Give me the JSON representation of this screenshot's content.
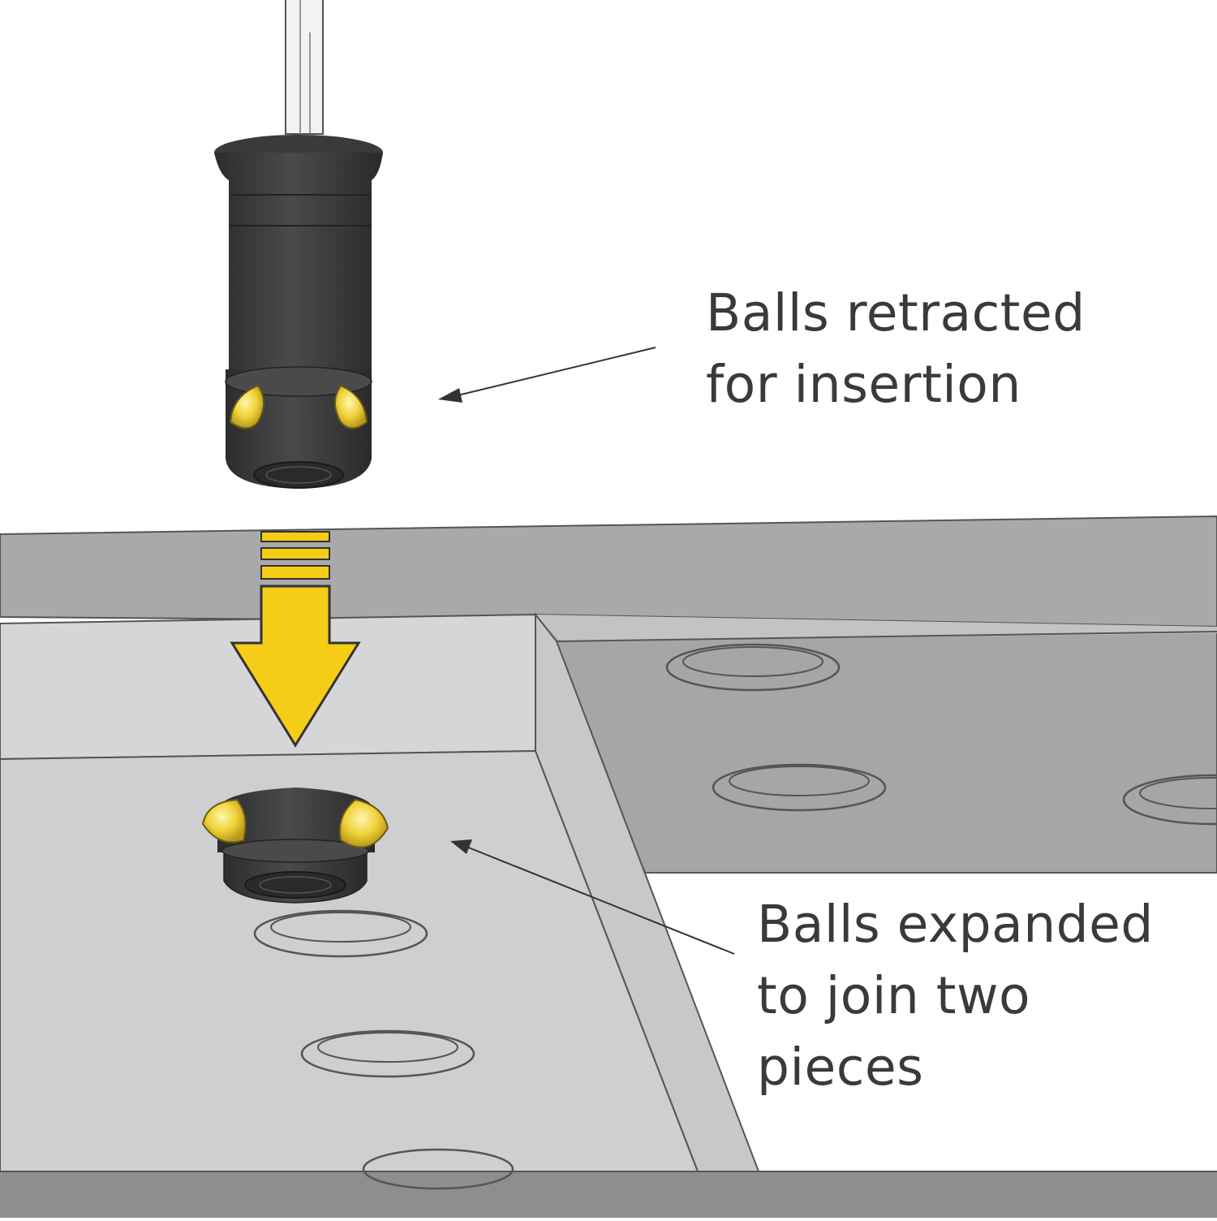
{
  "diagram": {
    "callouts": [
      {
        "id": "retracted",
        "lines": [
          "Balls retracted",
          "for insertion"
        ]
      },
      {
        "id": "expanded",
        "lines": [
          "Balls expanded",
          "to join two",
          "pieces"
        ]
      }
    ],
    "colors": {
      "background": "#ffffff",
      "board_top": "#d6d6d8",
      "board_edge": "#c9c9cc",
      "board_dark": "#a4a4a6",
      "back_board": "#a9a9ab",
      "plug_body": "#3c3c3e",
      "ball_yellow": "#e2c226",
      "arrow_yellow": "#f5cc16",
      "text": "#3a3a3a"
    }
  }
}
